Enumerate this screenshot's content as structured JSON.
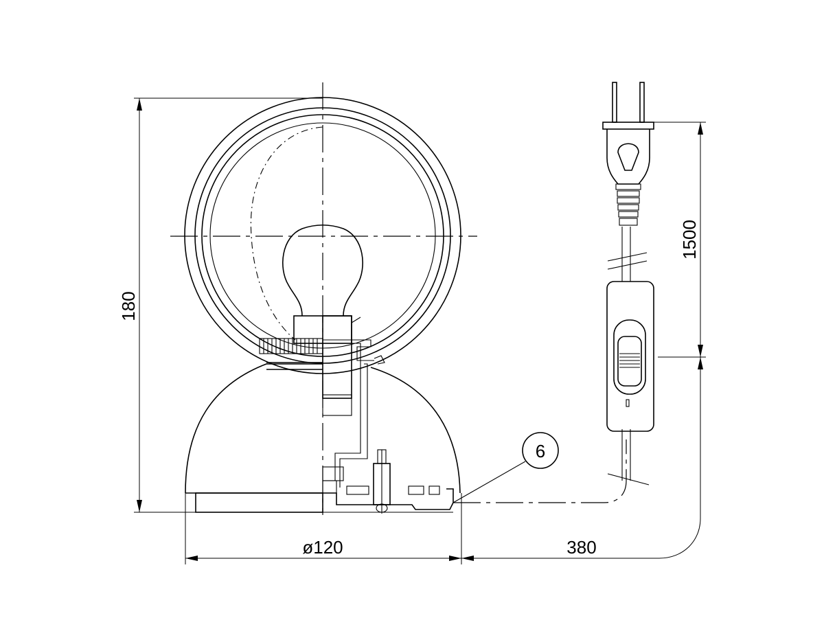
{
  "drawing": {
    "dimensions": {
      "height": "180",
      "diameter": "ø120",
      "cord_length": "380",
      "plug_cord": "1500"
    },
    "callout": {
      "number": "6"
    }
  }
}
